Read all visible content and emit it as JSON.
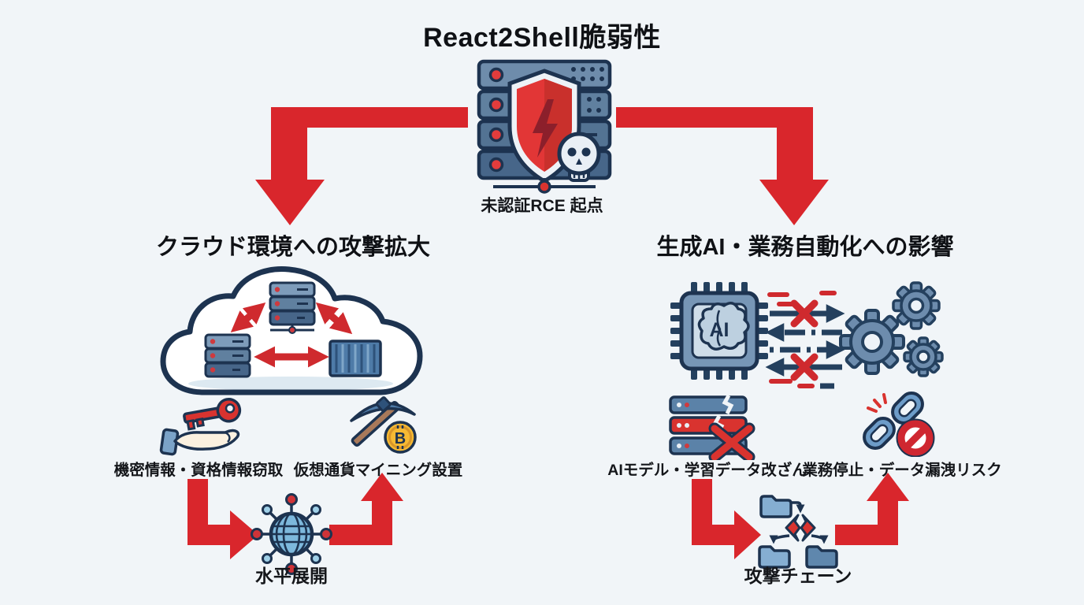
{
  "title": "React2Shell脆弱性",
  "root": {
    "label": "未認証RCE 起点",
    "icon": "compromised-server-icon"
  },
  "left_branch": {
    "heading": "クラウド環境への攻撃拡大",
    "icon": "cloud-servers-icon",
    "outcomes": [
      {
        "label": "機密情報・資格情報窃取",
        "icon": "key-in-hand-icon"
      },
      {
        "label": "仮想通貨マイニング設置",
        "icon": "pickaxe-bitcoin-icon"
      }
    ],
    "cycle": {
      "label": "水平展開",
      "icon": "globe-network-icon"
    }
  },
  "right_branch": {
    "heading": "生成AI・業務自動化への影響",
    "icon": "ai-chip-gears-icon",
    "outcomes": [
      {
        "label": "AIモデル・学習データ改ざん",
        "icon": "corrupted-database-icon"
      },
      {
        "label": "業務停止・データ漏洩リスク",
        "icon": "broken-chain-icon"
      }
    ],
    "cycle": {
      "label": "攻撃チェーン",
      "icon": "attack-chain-folders-icon"
    }
  },
  "colors": {
    "background": "#f1f5f8",
    "arrow_red": "#d9262c",
    "navy_outline": "#1d3350",
    "steel_blue": "#5b82a8",
    "light_blue": "#9fd0e8",
    "shield_red": "#e23636",
    "bitcoin_gold": "#f6ba33"
  }
}
